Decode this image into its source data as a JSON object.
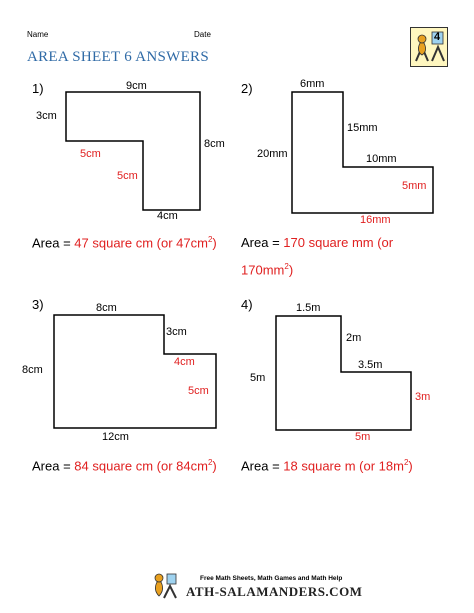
{
  "header": {
    "name_label": "Name",
    "date_label": "Date",
    "title": "AREA SHEET 6 ANSWERS",
    "grade_badge": "4"
  },
  "problems": [
    {
      "number": "1)",
      "labels": {
        "top": "9cm",
        "left": "3cm",
        "right": "8cm",
        "inner_h": "5cm",
        "inner_v": "5cm",
        "bottom": "4cm"
      },
      "answer": {
        "prefix": "Area = ",
        "value": "47 square cm (or 47cm",
        "sup": "2",
        "close": ")"
      }
    },
    {
      "number": "2)",
      "labels": {
        "top": "6mm",
        "left": "20mm",
        "inner_v": "15mm",
        "inner_h": "10mm",
        "right": "5mm",
        "bottom": "16mm"
      },
      "answer": {
        "prefix": "Area = ",
        "value": "170 square mm (or",
        "line2": "170mm",
        "sup": "2",
        "close": ")"
      }
    },
    {
      "number": "3)",
      "labels": {
        "top": "8cm",
        "notch_v": "3cm",
        "notch_h": "4cm",
        "right": "5cm",
        "left": "8cm",
        "bottom": "12cm"
      },
      "answer": {
        "prefix": "Area = ",
        "value": "84 square cm (or 84cm",
        "sup": "2",
        "close": ")"
      }
    },
    {
      "number": "4)",
      "labels": {
        "top": "1.5m",
        "inner_v": "2m",
        "inner_h": "3.5m",
        "left": "5m",
        "right": "3m",
        "bottom": "5m"
      },
      "answer": {
        "prefix": "Area = ",
        "value": "18 square m (or 18m",
        "sup": "2",
        "close": ")"
      }
    }
  ],
  "footer": {
    "tagline": "Free Math Sheets, Math Games and Math Help",
    "logo_text": "ATH-SALAMANDERS.COM"
  },
  "colors": {
    "title": "#2f6aa6",
    "answer_red": "#e02020"
  }
}
